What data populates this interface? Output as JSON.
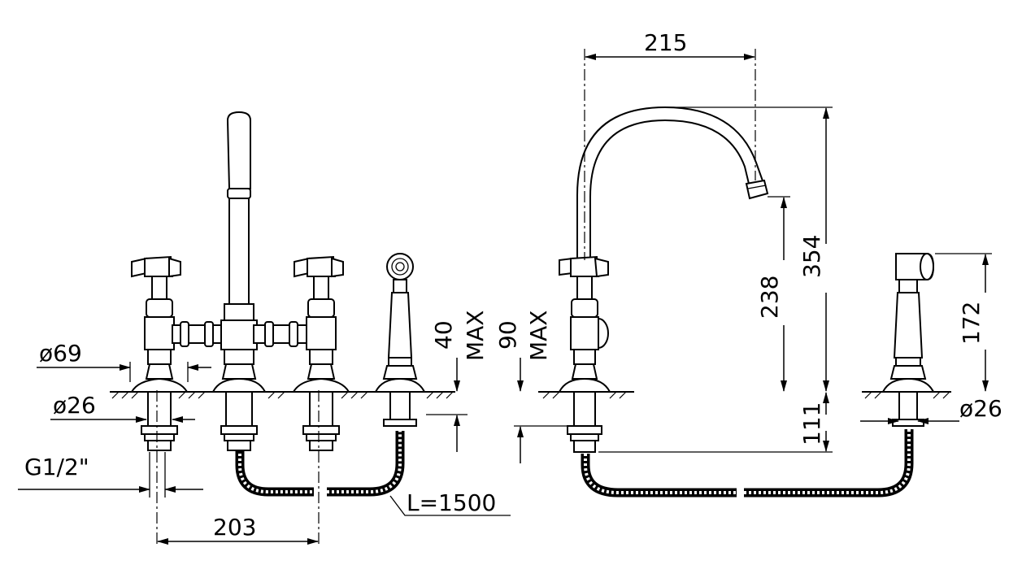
{
  "dimensions": {
    "bridge_flange_dia": "ø69",
    "bridge_shank_dia": "ø26",
    "thread": "G1/2\"",
    "center_distance": "203",
    "deck_thickness_bridge": "40",
    "deck_thickness_bridge_max": "MAX",
    "deck_thickness_spout": "90",
    "deck_thickness_spout_max": "MAX",
    "hose_length": "L=1500",
    "spout_reach": "215",
    "spout_height": "354",
    "outlet_height": "238",
    "shank_length": "111",
    "handshower_height": "172",
    "handshower_shank_dia": "ø26"
  }
}
